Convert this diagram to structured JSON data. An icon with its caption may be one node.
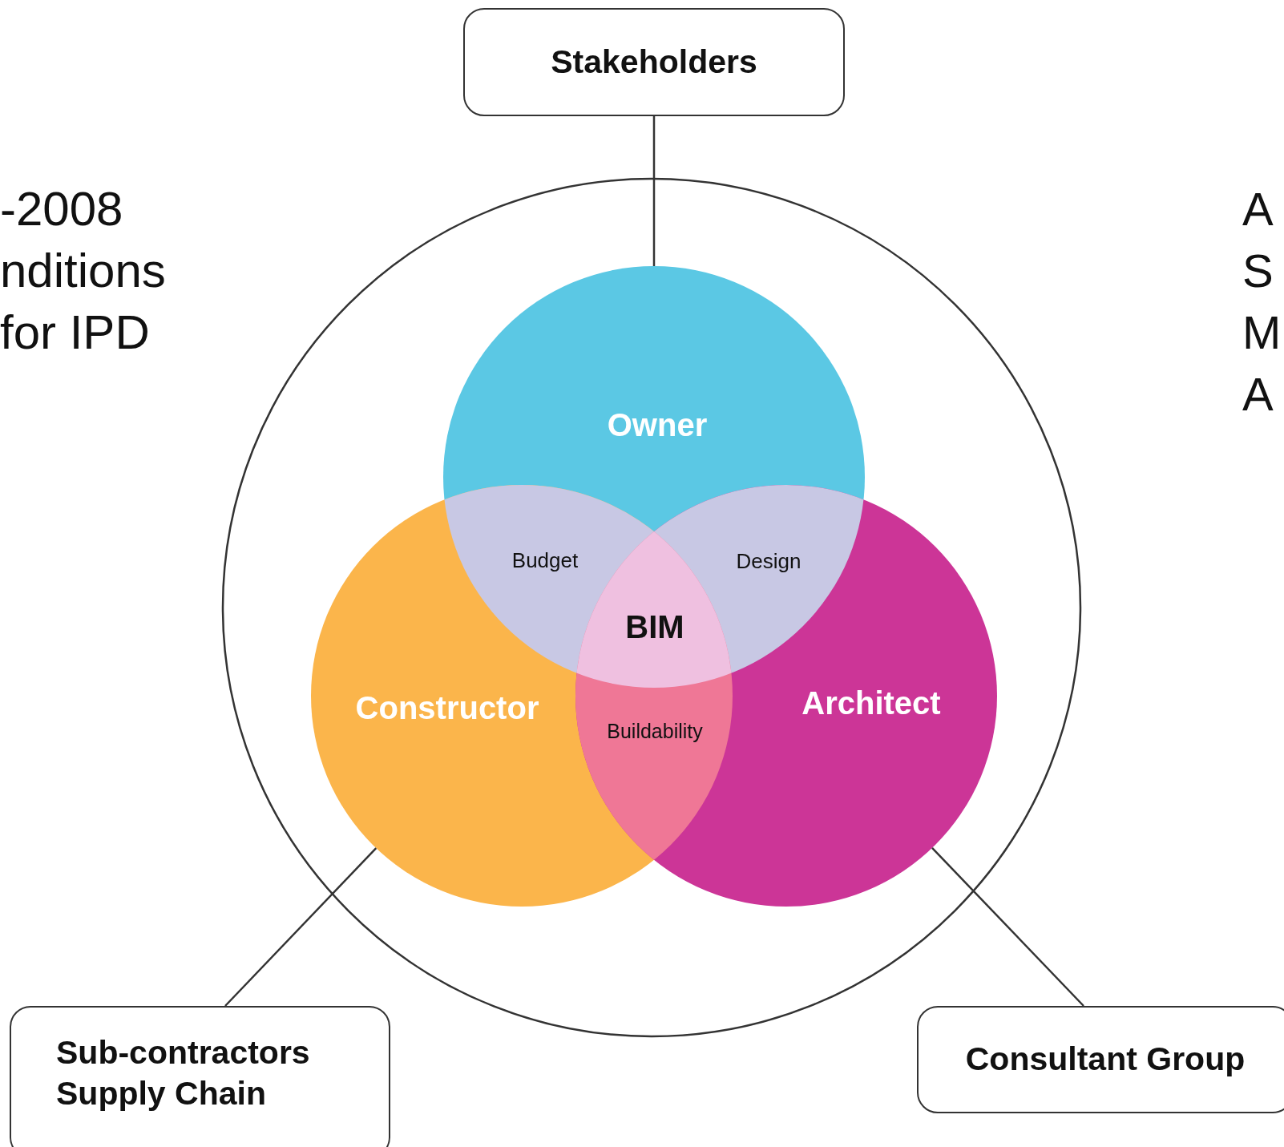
{
  "diagram": {
    "nodes": [
      {
        "text": [
          "Stakeholders"
        ]
      },
      {
        "text": [
          "Owner"
        ]
      },
      {
        "text": [
          "Constructor"
        ]
      },
      {
        "text": [
          "Architect"
        ]
      },
      {
        "text": [
          "Sub-contractors Supply Chain"
        ]
      },
      {
        "text": [
          "Consultant Group"
        ]
      }
    ],
    "edges": [
      {
        "from": 0,
        "to": 1,
        "arrow": "none"
      },
      {
        "from": 2,
        "to": 4,
        "arrow": "none"
      },
      {
        "from": 3,
        "to": 5,
        "arrow": "none"
      }
    ],
    "labels": [
      "-2008 nditions for IPD",
      "A S M A",
      "Budget",
      "Design",
      "BIM",
      "Buildability"
    ]
  }
}
